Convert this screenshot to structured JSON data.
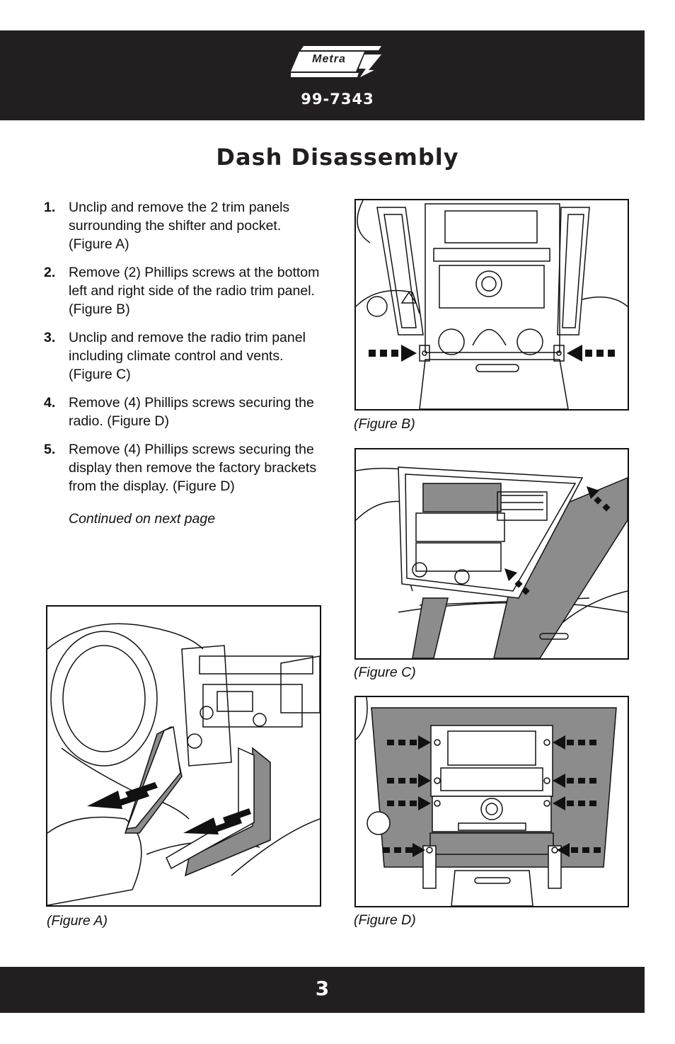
{
  "header": {
    "logo_text": "Metra",
    "model_number": "99-7343"
  },
  "title": "Dash Disassembly",
  "steps": [
    {
      "number": "1.",
      "text": "Unclip and remove the 2 trim panels surrounding the shifter and pocket. (Figure A)"
    },
    {
      "number": "2.",
      "text": "Remove (2) Phillips screws at the bottom left and right side of the radio trim panel.  (Figure B)"
    },
    {
      "number": "3.",
      "text": "Unclip and remove the radio trim panel including climate control and vents. (Figure C)"
    },
    {
      "number": "4.",
      "text": "Remove (4) Phillips screws securing the radio.  (Figure D)"
    },
    {
      "number": "5.",
      "text": "Remove (4) Phillips screws securing the display then remove the factory brackets from the display.  (Figure D)"
    }
  ],
  "continued_note": "Continued on next page",
  "figures": {
    "a": {
      "caption": "(Figure A)"
    },
    "b": {
      "caption": "(Figure B)"
    },
    "c": {
      "caption": "(Figure C)"
    },
    "d": {
      "caption": "(Figure D)"
    }
  },
  "footer": {
    "page_number": "3"
  },
  "colors": {
    "band": "#231f20",
    "highlight_gray": "#8c8c8c"
  },
  "icons": [
    "metra-logo",
    "arrow-icon"
  ]
}
